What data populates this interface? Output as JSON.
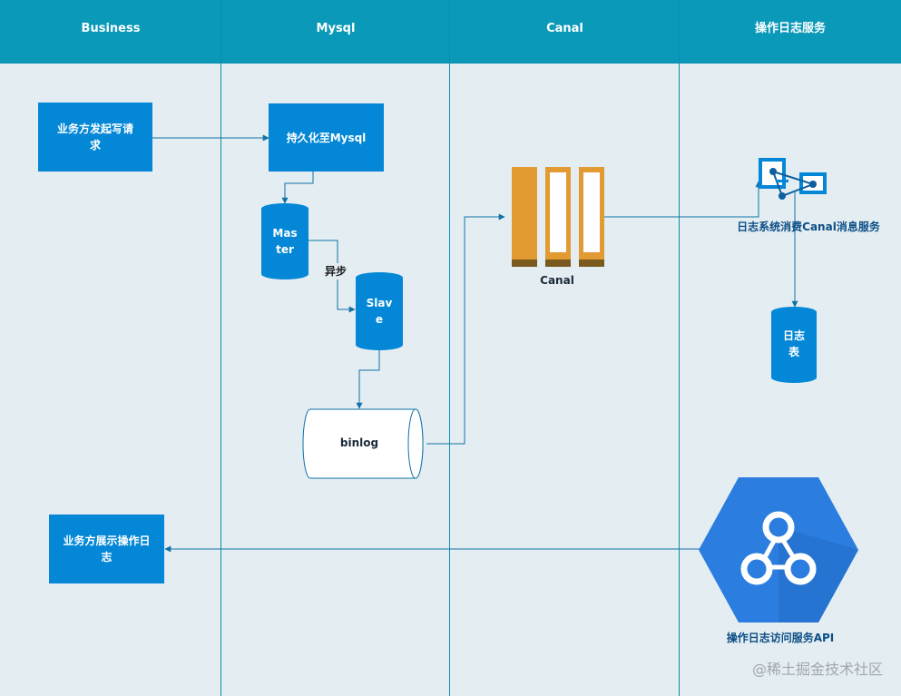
{
  "lanes": [
    "Business",
    "Mysql",
    "Canal",
    "操作日志服务"
  ],
  "nodes": {
    "write_request": "业务方发起写请求",
    "persist_mysql": "持久化至Mysql",
    "master": "Master",
    "async": "异步",
    "slave": "Slave",
    "binlog": "binlog",
    "canal": "Canal",
    "consumer": "日志系统消费Canal消息服务",
    "log_table": "日志表",
    "log_api": "操作日志访问服务API",
    "show_logs": "业务方展示操作日志"
  },
  "watermark": "@稀土掘金技术社区",
  "colors": {
    "header": "#0a99b8",
    "background": "#e4edf2",
    "node": "#0387d6",
    "canal_orange": "#e29a32",
    "connector": "#1272a6"
  }
}
